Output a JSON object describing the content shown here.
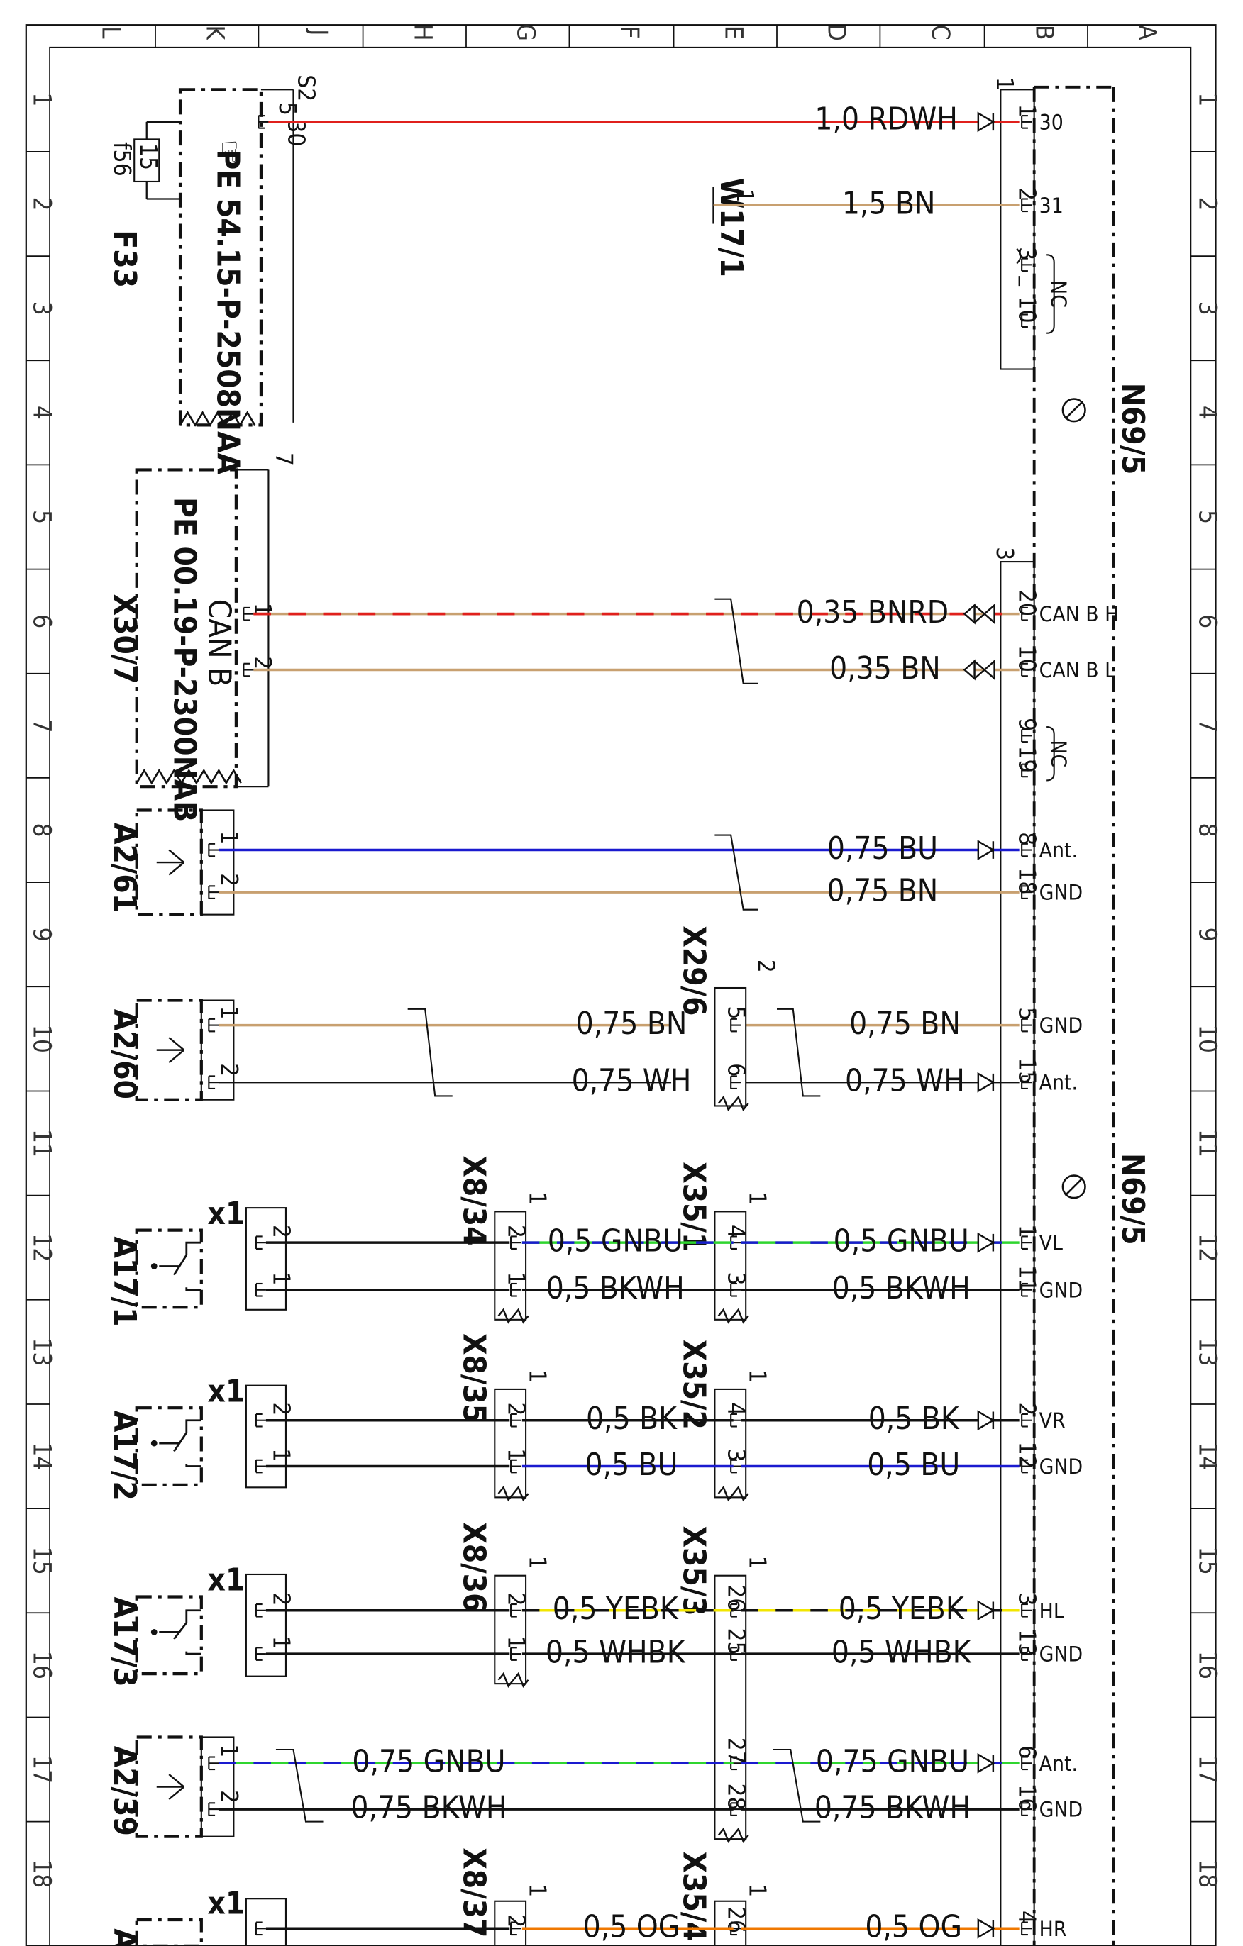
{
  "frame": {
    "columns": [
      "L",
      "K",
      "J",
      "H",
      "G",
      "F",
      "E",
      "D",
      "C",
      "B",
      "A"
    ],
    "rows": [
      "1",
      "2",
      "3",
      "4",
      "5",
      "6",
      "7",
      "8",
      "9",
      "10",
      "11",
      "12",
      "13",
      "14",
      "15",
      "16",
      "17",
      "18"
    ]
  },
  "colors": {
    "RD": "#e0201c",
    "BN": "#c8a070",
    "BU": "#1a1acf",
    "BK": "#111111",
    "WH": "#ffffff",
    "GN": "#2fd52f",
    "YE": "#f2e600",
    "OG": "#f07800"
  },
  "components": [
    {
      "id": "F33",
      "pin_a": "15",
      "pin_b": "f56",
      "connector": "S2",
      "pins": [
        "5",
        "30"
      ],
      "ref": "PE 54.15-P-2508NAA"
    },
    {
      "id": "W17/1",
      "pin": "1"
    },
    {
      "id": "X30/7",
      "connector": "7",
      "label": "CAN B",
      "pins": [
        "1",
        "2"
      ],
      "ref": "PE 00.19-P-2300NAB"
    },
    {
      "id": "A2/61",
      "pins": [
        "1",
        "2"
      ]
    },
    {
      "id": "A2/60",
      "pins": [
        "1",
        "2"
      ]
    },
    {
      "id": "X29/6",
      "connector": "2",
      "pins": [
        "5",
        "6"
      ]
    },
    {
      "id": "A17/1",
      "conn": "x1",
      "pins": [
        "2",
        "1"
      ]
    },
    {
      "id": "A17/2",
      "conn": "x1",
      "pins": [
        "2",
        "1"
      ]
    },
    {
      "id": "A17/3",
      "conn": "x1",
      "pins": [
        "2",
        "1"
      ]
    },
    {
      "id": "A2/39",
      "pins": [
        "1",
        "2"
      ]
    },
    {
      "id": "X8/34",
      "connector": "1",
      "pins": [
        "2",
        "1"
      ]
    },
    {
      "id": "X8/35",
      "connector": "1",
      "pins": [
        "2",
        "1"
      ]
    },
    {
      "id": "X8/36",
      "connector": "1",
      "pins": [
        "2",
        "1"
      ]
    },
    {
      "id": "X8/37",
      "connector": "1",
      "pins": [
        "2"
      ]
    },
    {
      "id": "X35/1",
      "connector": "1",
      "pins": [
        "4",
        "3"
      ]
    },
    {
      "id": "X35/2",
      "connector": "1",
      "pins": [
        "4",
        "3"
      ]
    },
    {
      "id": "X35/3",
      "connector": "1",
      "pins": [
        "26",
        "25",
        "27",
        "28"
      ]
    },
    {
      "id": "X35/4",
      "connector": "1",
      "pins": [
        "26"
      ]
    },
    {
      "id": "N69/5",
      "connectors": [
        "1",
        "3"
      ],
      "partial_label": "A"
    }
  ],
  "n69_pins": [
    {
      "pin": "1",
      "signal": "30"
    },
    {
      "pin": "2",
      "signal": "31"
    },
    {
      "pin": "3",
      "signal": "NC"
    },
    {
      "pin": "10",
      "signal": "NC"
    },
    {
      "pin": "20",
      "signal": "CAN B H"
    },
    {
      "pin": "10",
      "signal": "CAN B L"
    },
    {
      "pin": "9",
      "signal": "NC"
    },
    {
      "pin": "19",
      "signal": "NC"
    },
    {
      "pin": "8",
      "signal": "Ant."
    },
    {
      "pin": "18",
      "signal": "GND"
    },
    {
      "pin": "5",
      "signal": "GND"
    },
    {
      "pin": "15",
      "signal": "Ant."
    },
    {
      "pin": "1",
      "signal": "VL"
    },
    {
      "pin": "11",
      "signal": "GND"
    },
    {
      "pin": "2",
      "signal": "VR"
    },
    {
      "pin": "12",
      "signal": "GND"
    },
    {
      "pin": "3",
      "signal": "HL"
    },
    {
      "pin": "13",
      "signal": "GND"
    },
    {
      "pin": "6",
      "signal": "Ant."
    },
    {
      "pin": "16",
      "signal": "GND"
    },
    {
      "pin": "4",
      "signal": "HR"
    }
  ],
  "wires": [
    {
      "label": "1,0 RDWH",
      "color": "RDWH"
    },
    {
      "label": "1,5 BN",
      "color": "BN"
    },
    {
      "label": "0,35 BNRD",
      "color": "BNRD"
    },
    {
      "label": "0,35 BN",
      "color": "BN"
    },
    {
      "label": "0,75 BU",
      "color": "BU"
    },
    {
      "label": "0,75 BN",
      "color": "BN"
    },
    {
      "label": "0,75 BN",
      "color": "BN"
    },
    {
      "label": "0,75 WH",
      "color": "WH"
    },
    {
      "label": "0,5 GNBU",
      "color": "GNBU"
    },
    {
      "label": "0,5 BKWH",
      "color": "BKWH"
    },
    {
      "label": "0,5 BK",
      "color": "BK"
    },
    {
      "label": "0,5 BU",
      "color": "BU"
    },
    {
      "label": "0,5 YEBK",
      "color": "YEBK"
    },
    {
      "label": "0,5 WHBK",
      "color": "WHBK"
    },
    {
      "label": "0,75 GNBU",
      "color": "GNBU"
    },
    {
      "label": "0,75 BKWH",
      "color": "BKWH"
    },
    {
      "label": "0,5 OG",
      "color": "OG"
    }
  ],
  "icons": [
    "ground-symbol-icon",
    "antenna-icon",
    "switch-icon",
    "reference-hand-icon",
    "bus-arrow-icon",
    "satellite-receiver-icon"
  ]
}
